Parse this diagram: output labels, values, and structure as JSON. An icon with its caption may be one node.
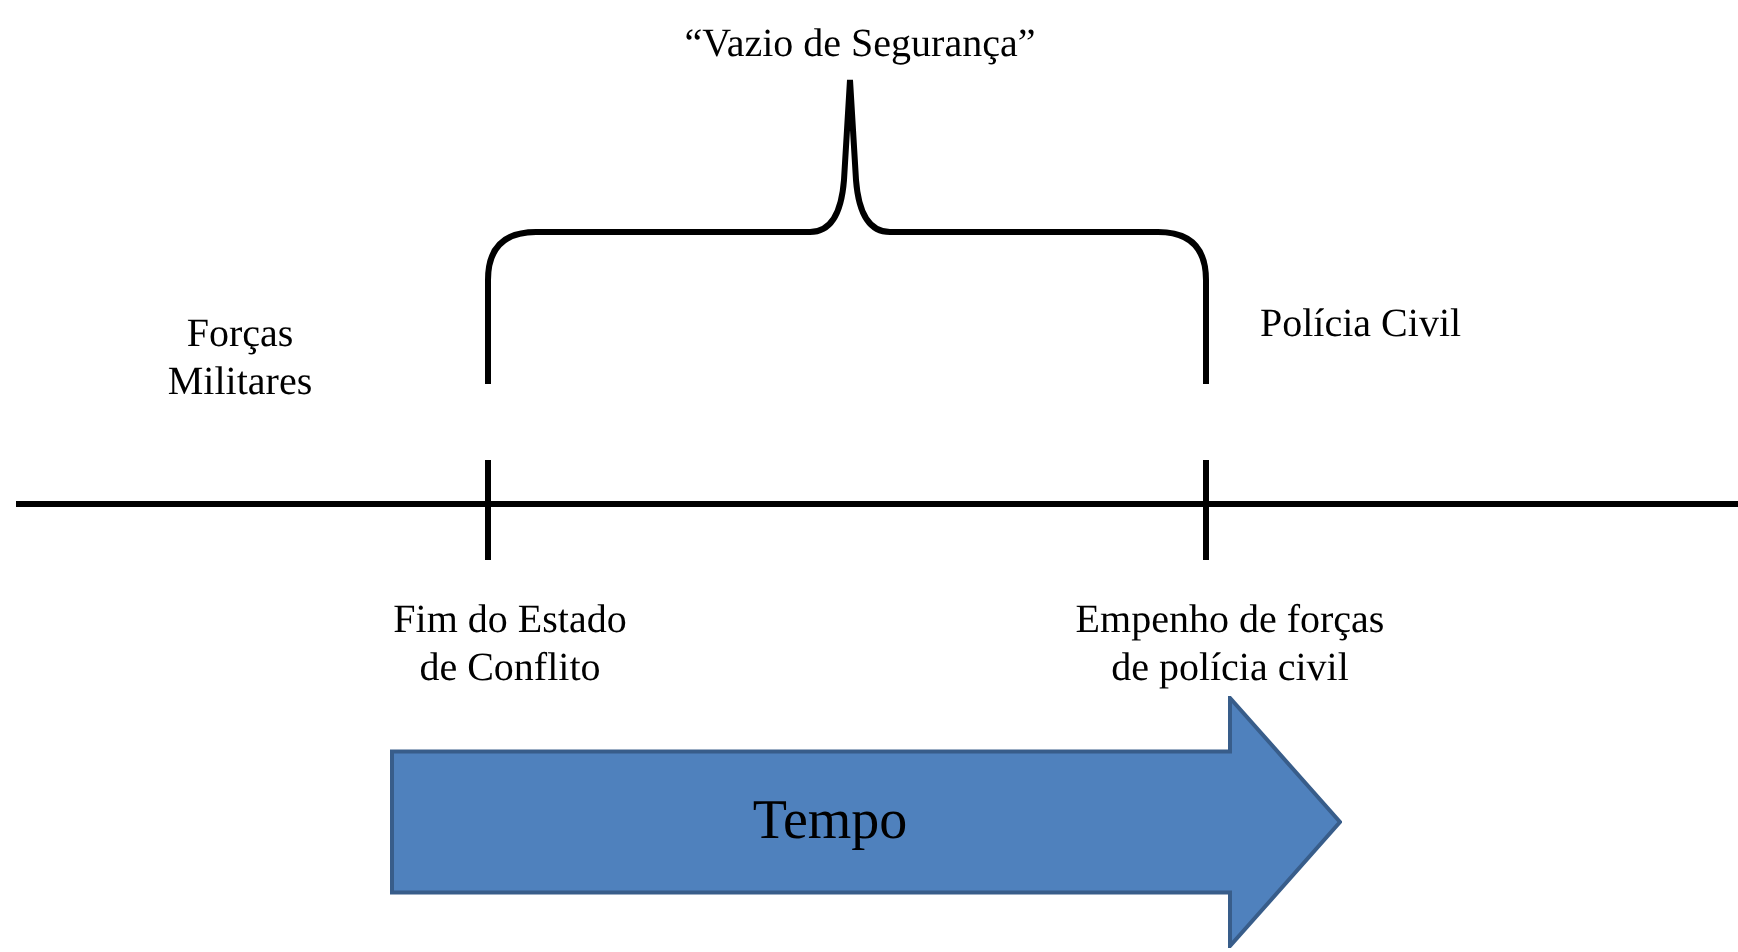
{
  "diagram": {
    "nodes": [
      {
        "text": [
          "Tempo"
        ]
      }
    ],
    "labels": [
      "“Vazio de Segurança”",
      "Forças Militares",
      "Polícia Civil",
      "Fim do Estado de Conflito",
      "Empenho de forças de polícia civil"
    ]
  }
}
